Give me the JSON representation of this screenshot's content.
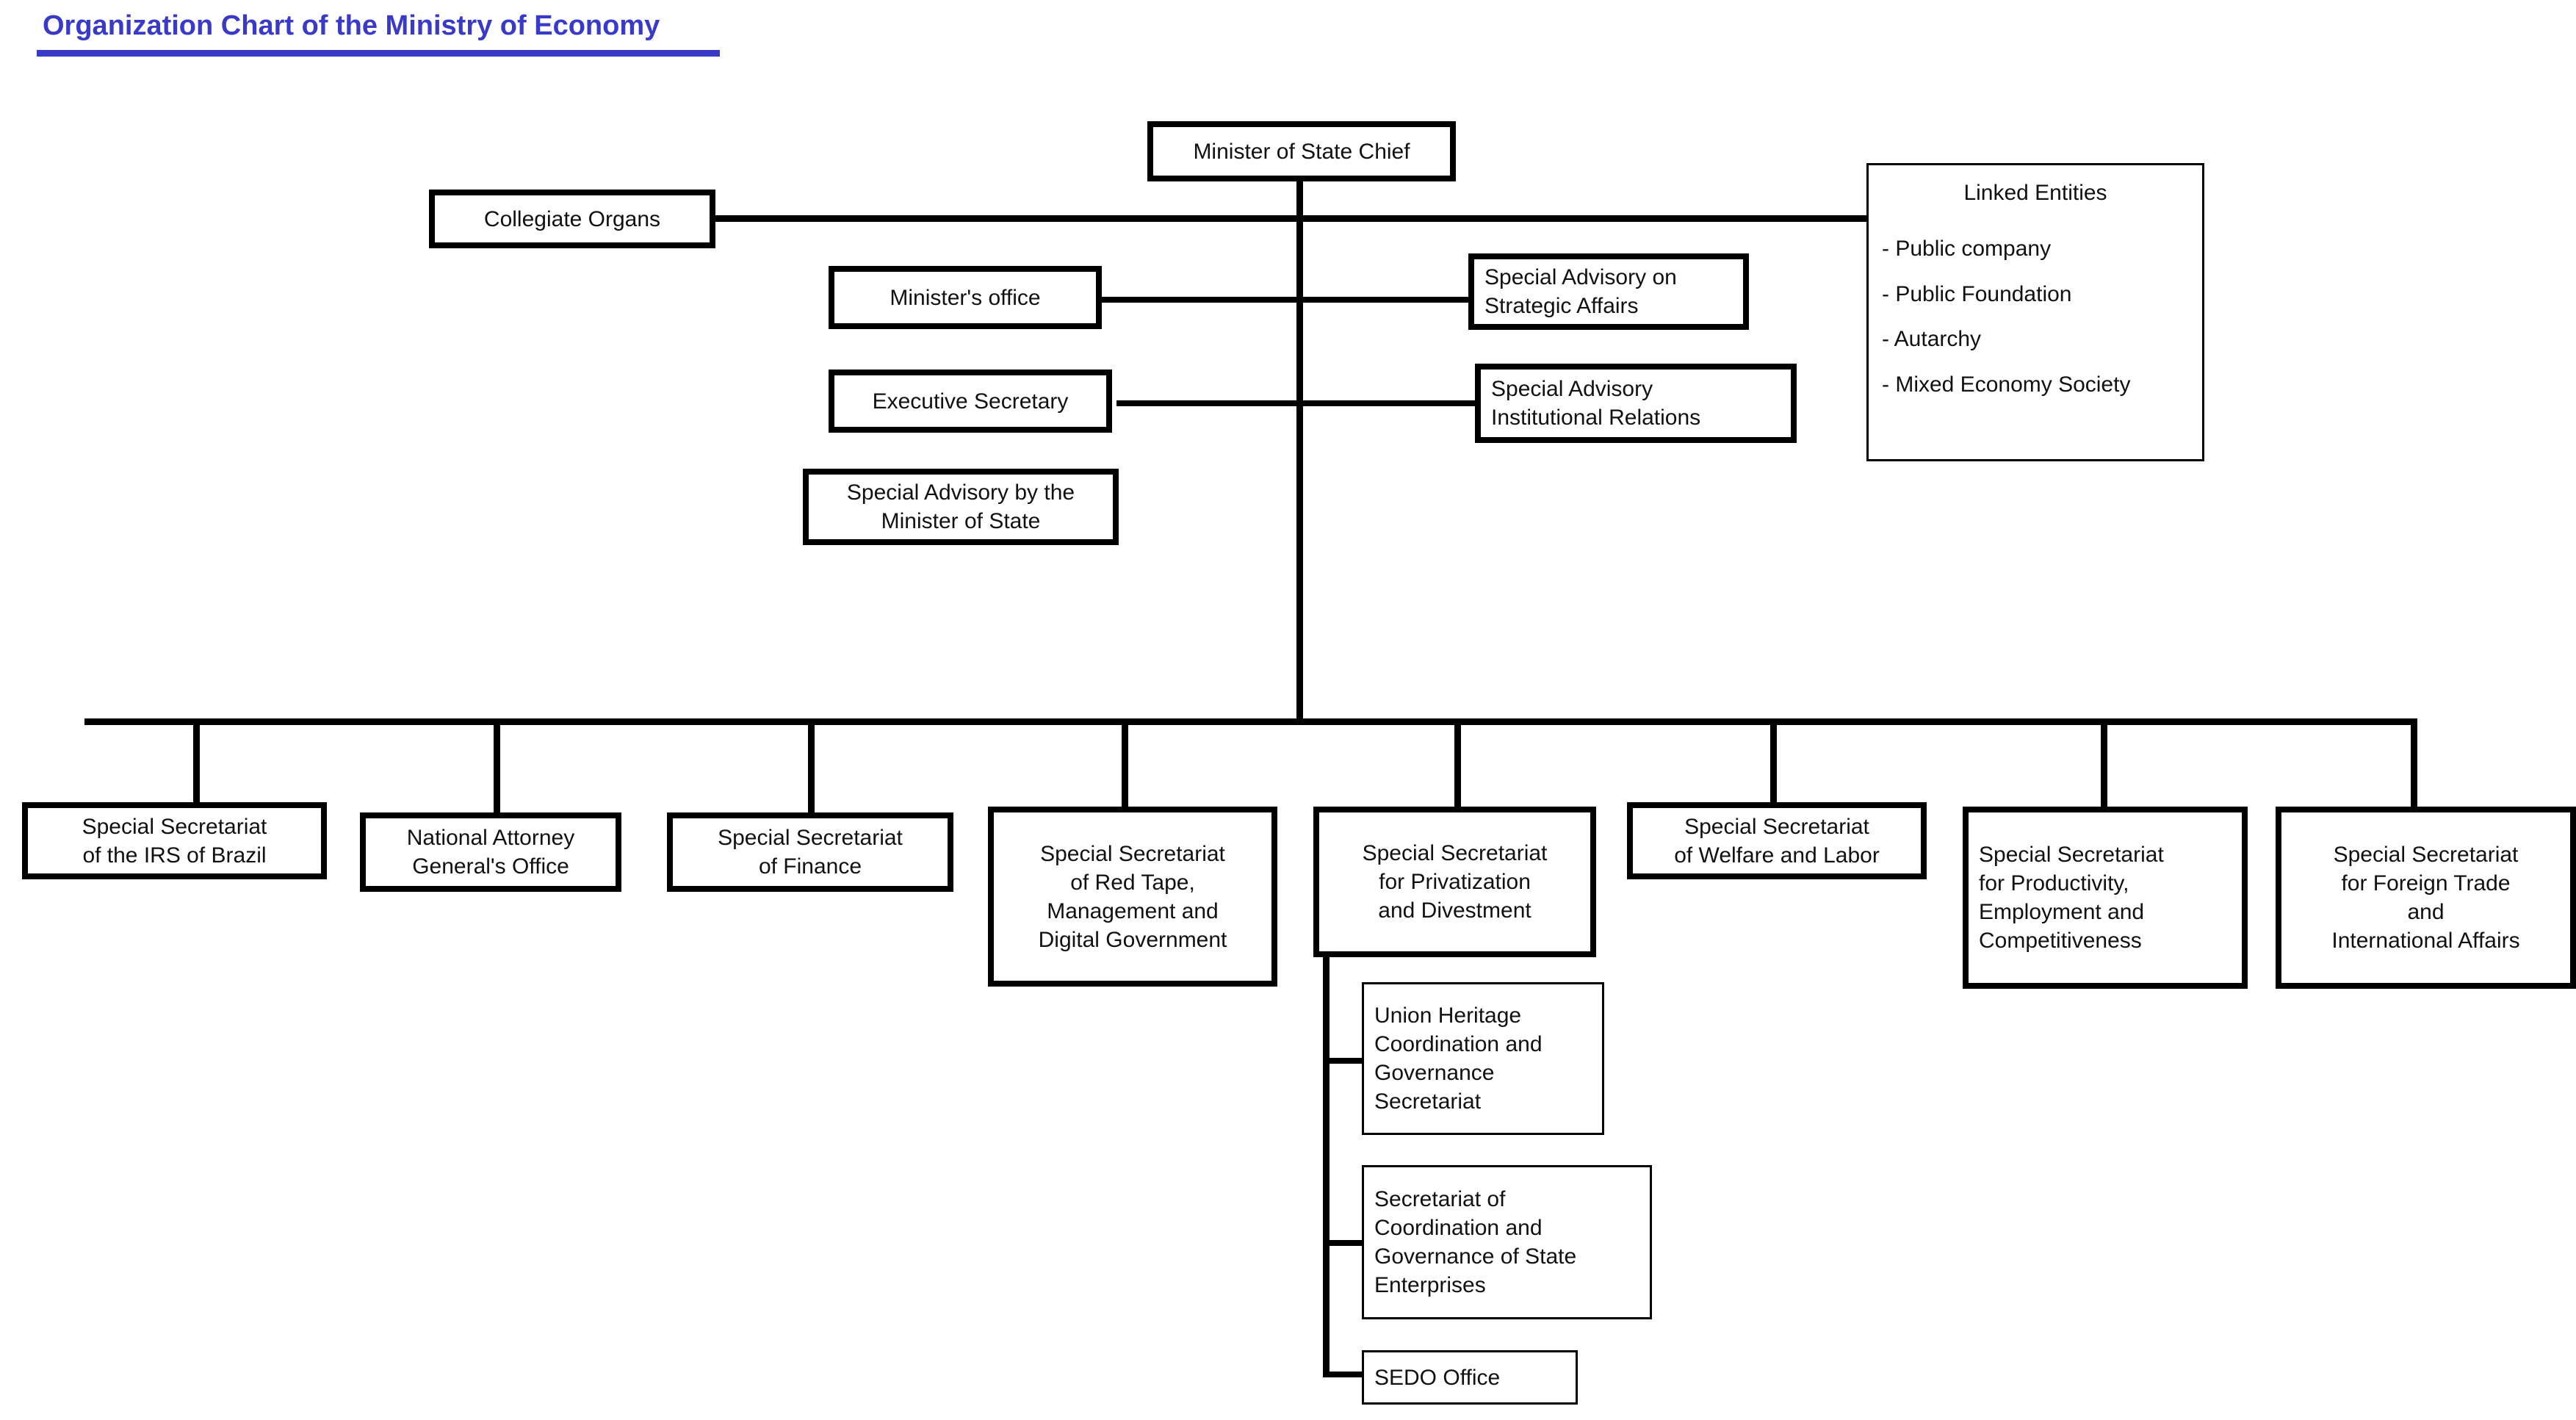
{
  "title": {
    "text": "Organization Chart of the Ministry of Economy",
    "color": "#3a3ac8"
  },
  "nodes": {
    "minister_chief": "Minister of State Chief",
    "collegiate_organs": "Collegiate Organs",
    "ministers_office": "Minister's office",
    "executive_secretary": "Executive Secretary",
    "special_advisory_minister": "Special Advisory by the\nMinister of State",
    "special_advisory_strategic": "Special Advisory on\nStrategic Affairs",
    "special_advisory_institutional": "Special Advisory\nInstitutional Relations"
  },
  "linked_entities": {
    "heading": "Linked Entities",
    "items": [
      "- Public company",
      "- Public Foundation",
      "- Autarchy",
      "- Mixed Economy Society"
    ]
  },
  "secretariats": [
    {
      "id": "irs",
      "label": "Special Secretariat\nof the IRS of Brazil"
    },
    {
      "id": "attorney",
      "label": "National Attorney\nGeneral's Office"
    },
    {
      "id": "finance",
      "label": "Special Secretariat\nof Finance"
    },
    {
      "id": "redtape",
      "label": "Special Secretariat\nof Red Tape,\nManagement and\nDigital Government"
    },
    {
      "id": "privatization",
      "label": "Special Secretariat\nfor Privatization\nand Divestment"
    },
    {
      "id": "welfare",
      "label": "Special Secretariat\nof Welfare and Labor"
    },
    {
      "id": "productivity",
      "label": "Special Secretariat\nfor Productivity,\nEmployment and\nCompetitiveness"
    },
    {
      "id": "foreigntrade",
      "label": "Special Secretariat\nfor Foreign Trade\nand\nInternational Affairs"
    }
  ],
  "privatization_children": [
    {
      "id": "union_heritage",
      "label": "Union Heritage\nCoordination and\nGovernance\nSecretariat"
    },
    {
      "id": "state_enterprises",
      "label": "Secretariat of\nCoordination and\nGovernance of State\nEnterprises"
    },
    {
      "id": "sedo",
      "label": "SEDO Office"
    }
  ],
  "colors": {
    "line": "#000000",
    "box_fill": "#ffffff",
    "text": "#111111",
    "accent": "#3a3ac8"
  }
}
